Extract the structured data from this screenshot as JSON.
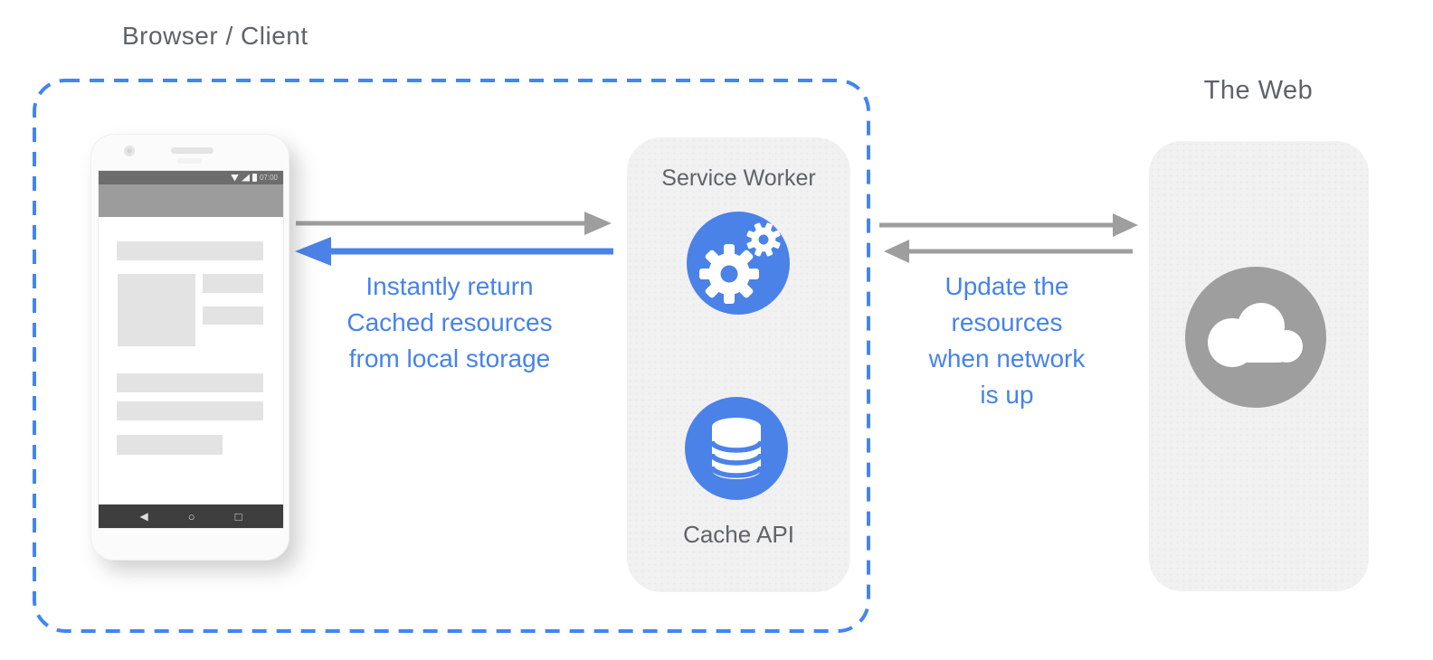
{
  "labels": {
    "browser_client": "Browser / Client",
    "the_web": "The Web"
  },
  "service_worker_panel": {
    "title": "Service Worker",
    "cache_label": "Cache API"
  },
  "phone": {
    "status_time": "07:00",
    "nav": {
      "back": "◀",
      "home": "○",
      "recents": "□"
    }
  },
  "annotations": {
    "cache_flow": "Instantly return\nCached resources\nfrom local storage",
    "network_flow": "Update the\nresources\nwhen network\nis up"
  },
  "colors": {
    "accent_blue": "#4285f4",
    "icon_blue": "#4b82e8",
    "arrow_gray": "#9e9e9e",
    "label_gray": "#5f6368"
  }
}
